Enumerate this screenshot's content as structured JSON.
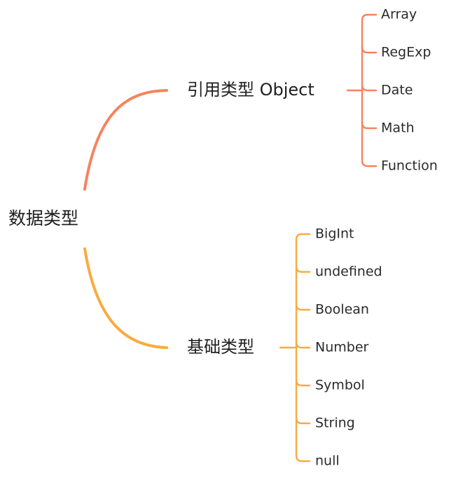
{
  "root": {
    "label": "数据类型"
  },
  "branches": [
    {
      "id": "reference",
      "label": "引用类型 Object",
      "color": "#f4845f",
      "children": [
        "Array",
        "RegExp",
        "Date",
        "Math",
        "Function"
      ]
    },
    {
      "id": "primitive",
      "label": "基础类型",
      "color": "#f9ab3d",
      "children": [
        "BigInt",
        "undefined",
        "Boolean",
        "Number",
        "Symbol",
        "String",
        "null"
      ]
    }
  ]
}
